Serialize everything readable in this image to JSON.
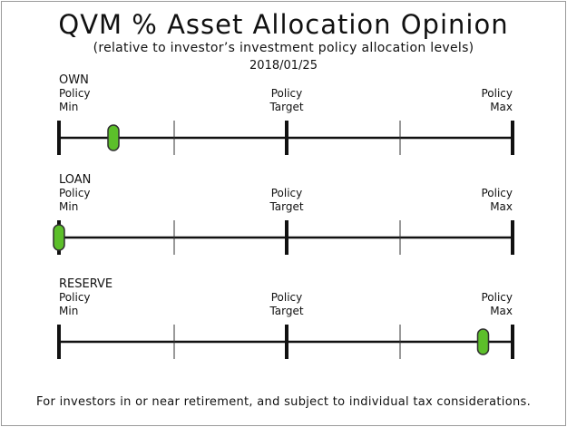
{
  "title": "QVM % Asset Allocation Opinion",
  "subtitle": "(relative to investor’s investment policy allocation levels)",
  "date": "2018/01/25",
  "footer": "For investors in or near retirement, and subject to individual tax considerations.",
  "marker_color": "#5cbf2a",
  "scale_labels": {
    "min": [
      "Policy",
      "Min"
    ],
    "target": [
      "Policy",
      "Target"
    ],
    "max": [
      "Policy",
      "Max"
    ]
  },
  "sections": [
    {
      "name": "OWN",
      "position": 0.12
    },
    {
      "name": "LOAN",
      "position": 0.0
    },
    {
      "name": "RESERVE",
      "position": 0.935
    }
  ]
}
